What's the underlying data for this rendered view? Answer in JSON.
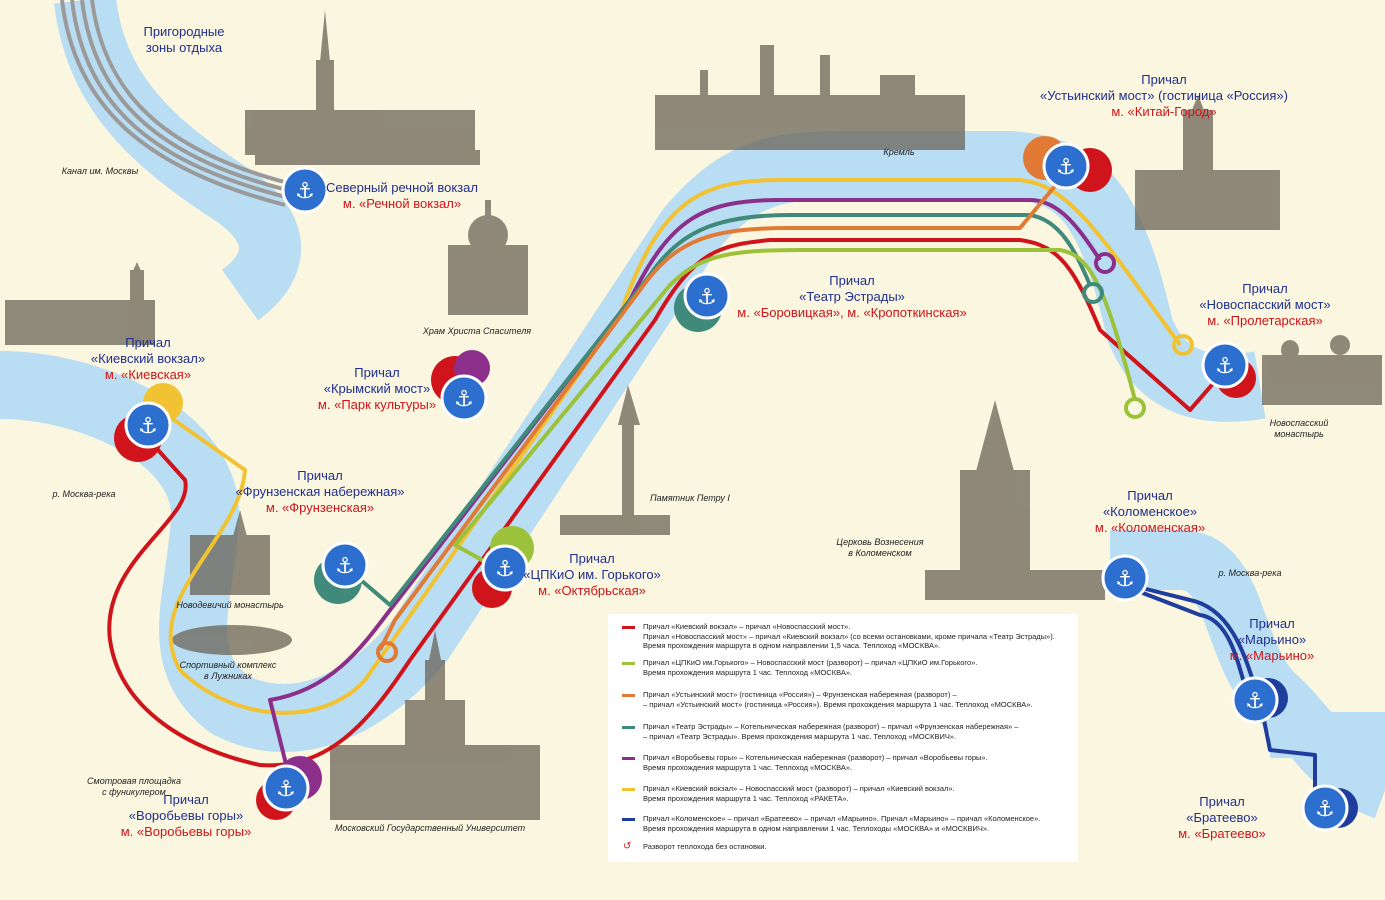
{
  "colors": {
    "river": "#b9ddf2",
    "background": "#fbf6df",
    "station_text": "#1f2f8c",
    "metro_text": "#d0141b",
    "route_red": "#d0141b",
    "route_lime": "#9bc23a",
    "route_orange": "#e07a34",
    "route_teal": "#3f8a7a",
    "route_purple": "#8b2f8b",
    "route_yellow": "#f1c232",
    "route_blue": "#1f3d9c",
    "suburban_gray": "#9a9a9a"
  },
  "stations": {
    "rechnoy": {
      "name": "Северный речной вокзал",
      "metro": "м. «Речной вокзал»"
    },
    "kievsky": {
      "name1": "Причал",
      "name2": "«Киевский вокзал»",
      "metro": "м. «Киевская»"
    },
    "krymsky": {
      "name1": "Причал",
      "name2": "«Крымский мост»",
      "metro": "м. «Парк культуры»"
    },
    "frunzenskaya": {
      "name1": "Причал",
      "name2": "«Фрунзенская набережная»",
      "metro": "м. «Фрунзенская»"
    },
    "gorky": {
      "name1": "Причал",
      "name2": "«ЦПКиО им. Горького»",
      "metro": "м. «Октябрьская»"
    },
    "estrady": {
      "name1": "Причал",
      "name2": "«Театр Эстрады»",
      "metro": "м. «Боровицкая», м. «Кропоткинская»"
    },
    "ustinsky": {
      "name1": "Причал",
      "name2": "«Устьинский мост» (гостиница «Россия»)",
      "metro": "м. «Китай-Город»"
    },
    "novospassky": {
      "name1": "Причал",
      "name2": "«Новоспасский мост»",
      "metro": "м. «Пролетарская»"
    },
    "vorobyovy": {
      "name1": "Причал",
      "name2": "«Воробьевы горы»",
      "metro": "м. «Воробьевы горы»"
    },
    "kolomenskoe": {
      "name1": "Причал",
      "name2": "«Коломенское»",
      "metro": "м. «Коломенская»"
    },
    "marino": {
      "name1": "Причал",
      "name2": "«Марьино»",
      "metro": "м. «Марьино»"
    },
    "brateevo": {
      "name1": "Причал",
      "name2": "«Братеево»",
      "metro": "м. «Братеево»"
    }
  },
  "places": {
    "suburban": "Пригородные\nзоны отдыха",
    "canal": "Канал им. Москвы",
    "kremlin": "Кремль",
    "khram": "Храм Христа Спасителя",
    "novospassky_mon": "Новоспасский\nмонастырь",
    "river1": "р. Москва-река",
    "river2": "р. Москва-река",
    "peter": "Памятник Петру I",
    "voznesenie": "Церковь Вознесения\nв Коломенском",
    "novodevichy": "Новодевичий монастырь",
    "luzhniki": "Спортивный комплекс\nв Лужниках",
    "funicular": "Смотровая площадка\nс фуникулером",
    "mgu": "Московский Государственный Университет"
  },
  "legend": {
    "routes": [
      {
        "color": "#d0141b",
        "text": "Причал «Киевский вокзал» – причал «Новоспасский мост».\nПричал «Новоспасский мост» – причал «Киевский вокзал» (со всеми остановками, кроме причала «Театр Эстрады»).\nВремя прохождения маршрута в одном направлении  1,5 часа. Теплоход «МОСКВА»."
      },
      {
        "color": "#9bc23a",
        "text": "Причал «ЦПКиО им.Горького» – Новоспасский мост (разворот) – причал «ЦПКиО им.Горького».\nВремя прохождения маршрута  1 час. Теплоход «МОСКВА»."
      },
      {
        "color": "#e07a34",
        "text": "Причал «Устьинский мост» (гостиница «Россия») – Фрунзенская набережная (разворот) –\n– причал «Устьинский мост» (гостиница «Россия»). Время прохождения маршрута  1 час. Теплоход «МОСКВА»."
      },
      {
        "color": "#3f8a7a",
        "text": "Причал «Театр Эстрады» – Котельническая набережная (разворот) – причал «Фрунзенская набережная» –\n– причал «Театр Эстрады». Время прохождения маршрута  1 час. Теплоход «МОСКВИЧ»."
      },
      {
        "color": "#8b2f8b",
        "text": "Причал «Воробьевы горы» – Котельническая набережная (разворот) – причал «Воробьевы горы».\nВремя прохождения маршрута  1 час. Теплоход «МОСКВА»."
      },
      {
        "color": "#f1c232",
        "text": "Причал «Киевский вокзал» – Новоспасский мост (разворот) – причал «Киевский вокзал».\nВремя прохождения маршрута  1 час. Теплоход «РАКЕТА»."
      },
      {
        "color": "#1f3d9c",
        "text": "Причал «Коломенское» – причал «Братеево» – причал «Марьино». Причал «Марьино» – причал «Коломенское».\nВремя прохождения маршрута в одном направлении  1 час. Теплоходы «МОСКВА» и «МОСКВИЧ»."
      }
    ],
    "uturn": "Разворот теплохода без остановки."
  }
}
